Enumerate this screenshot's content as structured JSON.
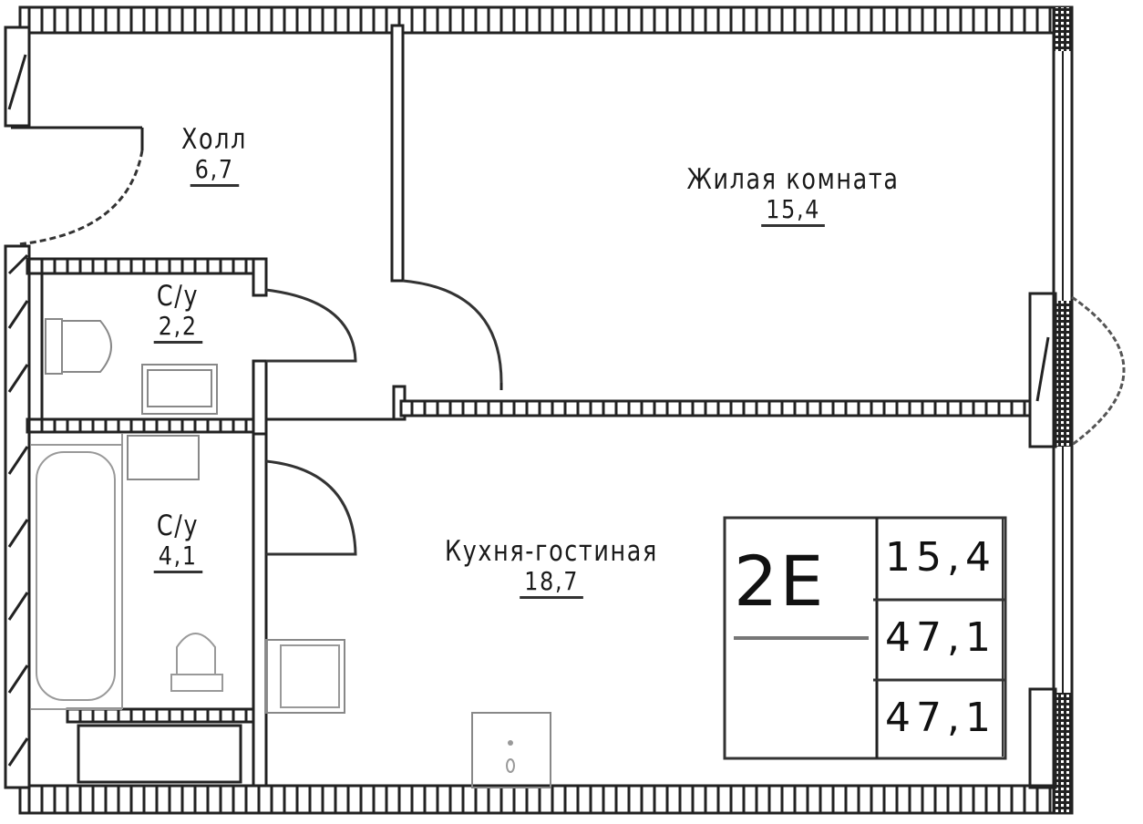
{
  "plan": {
    "type": "apartment-floor-plan",
    "rooms": {
      "hall": {
        "name": "Холл",
        "area": "6,7"
      },
      "living_room": {
        "name": "Жилая комната",
        "area": "15,4"
      },
      "bathroom_small": {
        "name": "С/у",
        "area": "2,2"
      },
      "bathroom_large": {
        "name": "С/у",
        "area": "4,1"
      },
      "kitchen_living": {
        "name": "Кухня-гостиная",
        "area": "18,7"
      }
    },
    "badge": {
      "code": "2Е",
      "living_area": "15,4",
      "total_area": "47,1",
      "total_area_with_balcony": "47,1"
    }
  },
  "colors": {
    "wall": "#1a1a1a",
    "fixture": "#888888",
    "background": "#ffffff"
  }
}
